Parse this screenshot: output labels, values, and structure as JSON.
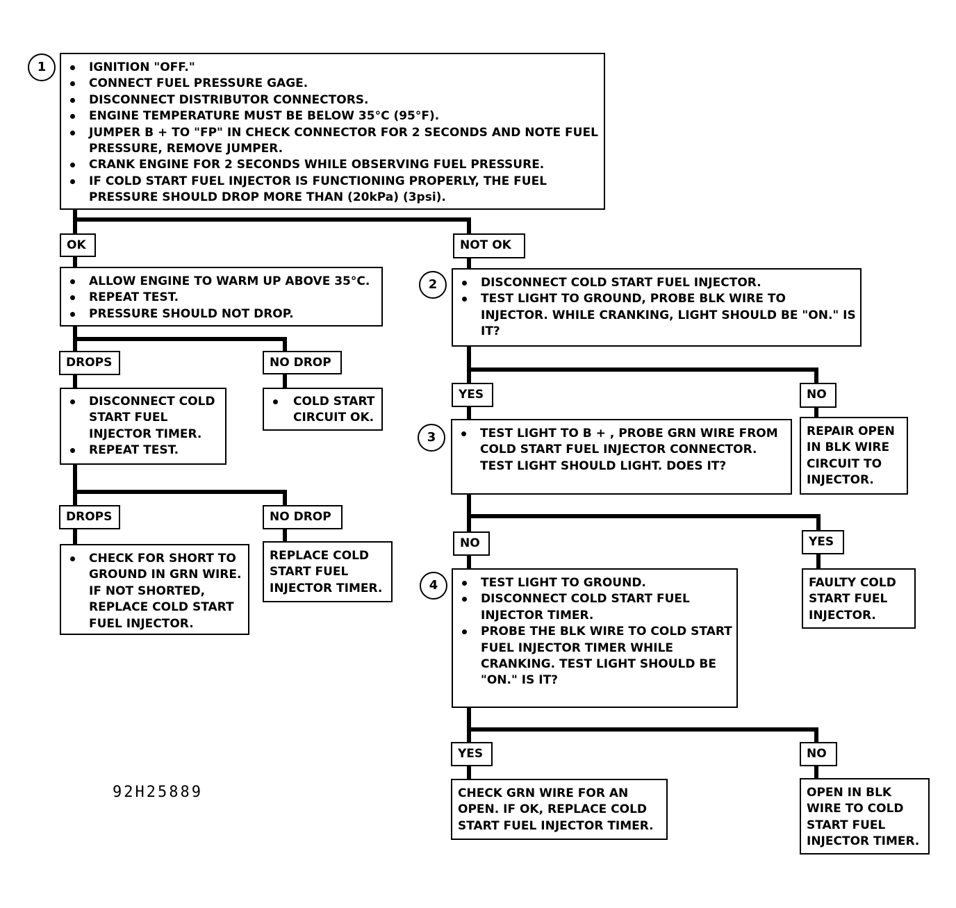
{
  "steps": [
    "1",
    "2",
    "3",
    "4"
  ],
  "figure_id": "92H25889",
  "box1": [
    "IGNITION \"OFF.\"",
    "CONNECT FUEL PRESSURE GAGE.",
    "DISCONNECT DISTRIBUTOR CONNECTORS.",
    "ENGINE TEMPERATURE MUST BE BELOW 35°C (95°F).",
    "JUMPER B + TO \"FP\" IN CHECK CONNECTOR FOR 2 SECONDS AND NOTE FUEL PRESSURE, REMOVE JUMPER.",
    "CRANK ENGINE FOR 2 SECONDS WHILE OBSERVING FUEL PRESSURE.",
    "IF COLD START FUEL INJECTOR IS FUNCTIONING PROPERLY, THE FUEL PRESSURE SHOULD DROP MORE THAN (20kPa) (3psi)."
  ],
  "labels": {
    "ok": "OK",
    "not_ok": "NOT OK",
    "drops_1": "DROPS",
    "no_drop_1": "NO DROP",
    "drops_2": "DROPS",
    "no_drop_2": "NO DROP",
    "yes_2": "YES",
    "no_2": "NO",
    "no_3": "NO",
    "yes_3": "YES",
    "yes_4": "YES",
    "no_4": "NO"
  },
  "box_ok": [
    "ALLOW ENGINE TO WARM UP ABOVE 35°C.",
    "REPEAT TEST.",
    "PRESSURE SHOULD NOT DROP."
  ],
  "box_disconnect_timer": [
    "DISCONNECT COLD START FUEL INJECTOR TIMER.",
    "REPEAT TEST."
  ],
  "box_circuit_ok": [
    "COLD START CIRCUIT OK."
  ],
  "box_check_short": [
    "CHECK FOR SHORT TO GROUND IN GRN WIRE. IF NOT SHORTED, REPLACE COLD START FUEL INJECTOR."
  ],
  "box_replace_timer": "REPLACE COLD START FUEL INJECTOR TIMER.",
  "box2": [
    "DISCONNECT COLD START FUEL INJECTOR.",
    "TEST LIGHT TO GROUND, PROBE BLK WIRE TO INJECTOR. WHILE CRANKING, LIGHT SHOULD BE \"ON.\" IS IT?"
  ],
  "box3": [
    "TEST LIGHT TO B + , PROBE GRN WIRE FROM COLD START FUEL INJECTOR CONNECTOR. TEST LIGHT SHOULD LIGHT. DOES IT?"
  ],
  "box_repair_open": "REPAIR OPEN IN BLK WIRE CIRCUIT TO INJECTOR.",
  "box4": [
    "TEST LIGHT TO GROUND.",
    "DISCONNECT COLD START FUEL INJECTOR TIMER.",
    "PROBE THE BLK WIRE TO COLD START FUEL INJECTOR TIMER WHILE CRANKING. TEST LIGHT SHOULD BE \"ON.\" IS IT?"
  ],
  "box_faulty_injector": "FAULTY COLD START FUEL INJECTOR.",
  "box_check_grn": "CHECK GRN WIRE FOR AN OPEN. IF OK, REPLACE COLD START FUEL INJECTOR TIMER.",
  "box_open_blk": "OPEN IN BLK WIRE TO COLD START FUEL INJECTOR TIMER."
}
